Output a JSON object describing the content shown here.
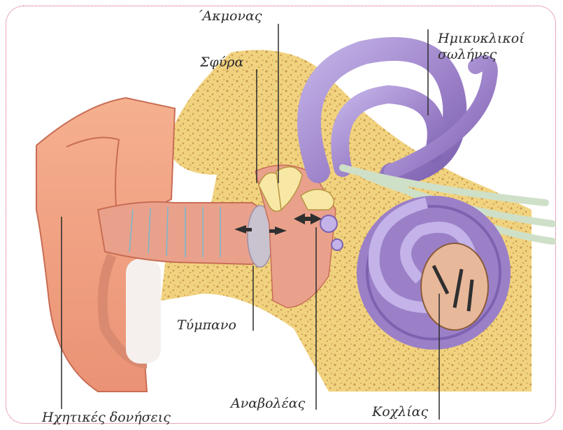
{
  "diagram": {
    "labels": {
      "incus": "΄Ακμονας",
      "malleus": "Σφύρα",
      "semicircular_line1": "Ημικυκλικοί",
      "semicircular_line2": "σωλήνες",
      "eardrum": "Τύμπανο",
      "stapes": "Αναβολέας",
      "cochlea": "Κοχλίας",
      "sound_vibrations": "Ηχητικές δονήσεις"
    },
    "colors": {
      "frame": "#d24a86",
      "bone": "#f1d37f",
      "skin": "#f2a07f",
      "canal": "#e9a18c",
      "inner_ear": "#a88ccf",
      "sound_wave": "#8fd1ea",
      "ossicles": "#f8e8a6",
      "arrow": "#2f2f2f"
    }
  }
}
